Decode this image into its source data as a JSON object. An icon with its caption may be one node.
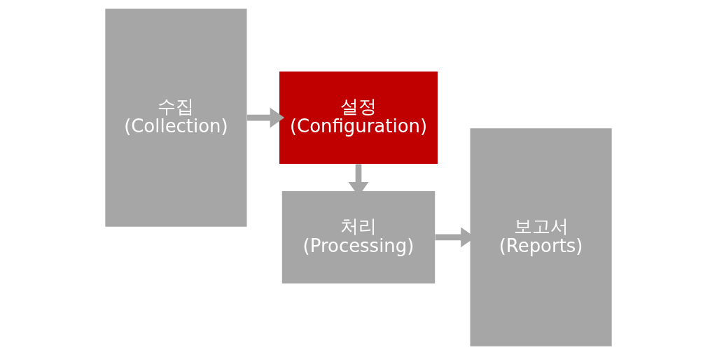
{
  "diagram": {
    "nodes": [
      {
        "text": [
          "수집",
          "(Collection)"
        ]
      },
      {
        "text": [
          "설정",
          "(Configuration)"
        ]
      },
      {
        "text": [
          "처리",
          "(Processing)"
        ]
      },
      {
        "text": [
          "보고서",
          "(Reports)"
        ]
      }
    ],
    "edges": [
      {
        "from": 0,
        "to": 1,
        "arrow": "to"
      },
      {
        "from": 1,
        "to": 2,
        "arrow": "to"
      },
      {
        "from": 2,
        "to": 3,
        "arrow": "to"
      }
    ]
  }
}
